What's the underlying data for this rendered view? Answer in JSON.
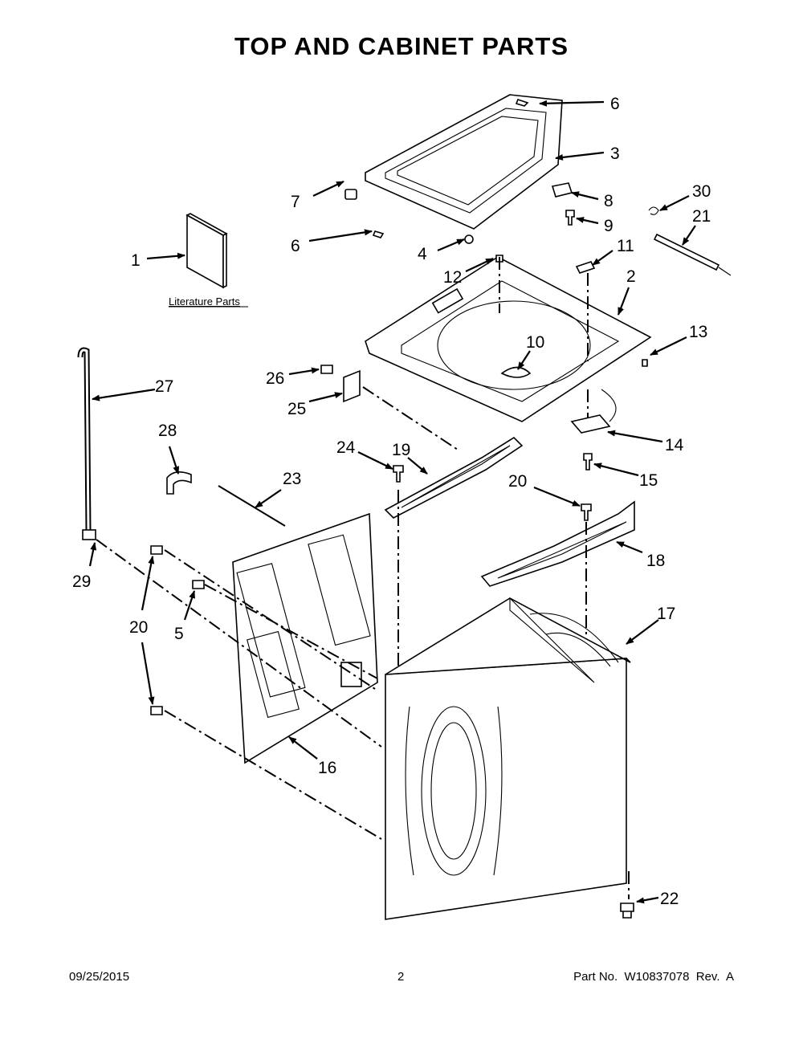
{
  "title": "TOP AND CABINET PARTS",
  "literature_label": "Literature Parts",
  "callouts": {
    "c6a": "6",
    "c3": "3",
    "c8": "8",
    "c9": "9",
    "c30": "30",
    "c21": "21",
    "c7": "7",
    "c6b": "6",
    "c4": "4",
    "c1": "1",
    "c12": "12",
    "c11": "11",
    "c2": "2",
    "c13": "13",
    "c10": "10",
    "c27": "27",
    "c26": "26",
    "c25": "25",
    "c28": "28",
    "c24": "24",
    "c19": "19",
    "c23": "23",
    "c14": "14",
    "c20a": "20",
    "c15": "15",
    "c18": "18",
    "c29": "29",
    "c20b": "20",
    "c5": "5",
    "c17": "17",
    "c16": "16",
    "c22": "22"
  },
  "footer": {
    "date": "09/25/2015",
    "page": "2",
    "part_no": "Part No.  W10837078  Rev.  A"
  }
}
